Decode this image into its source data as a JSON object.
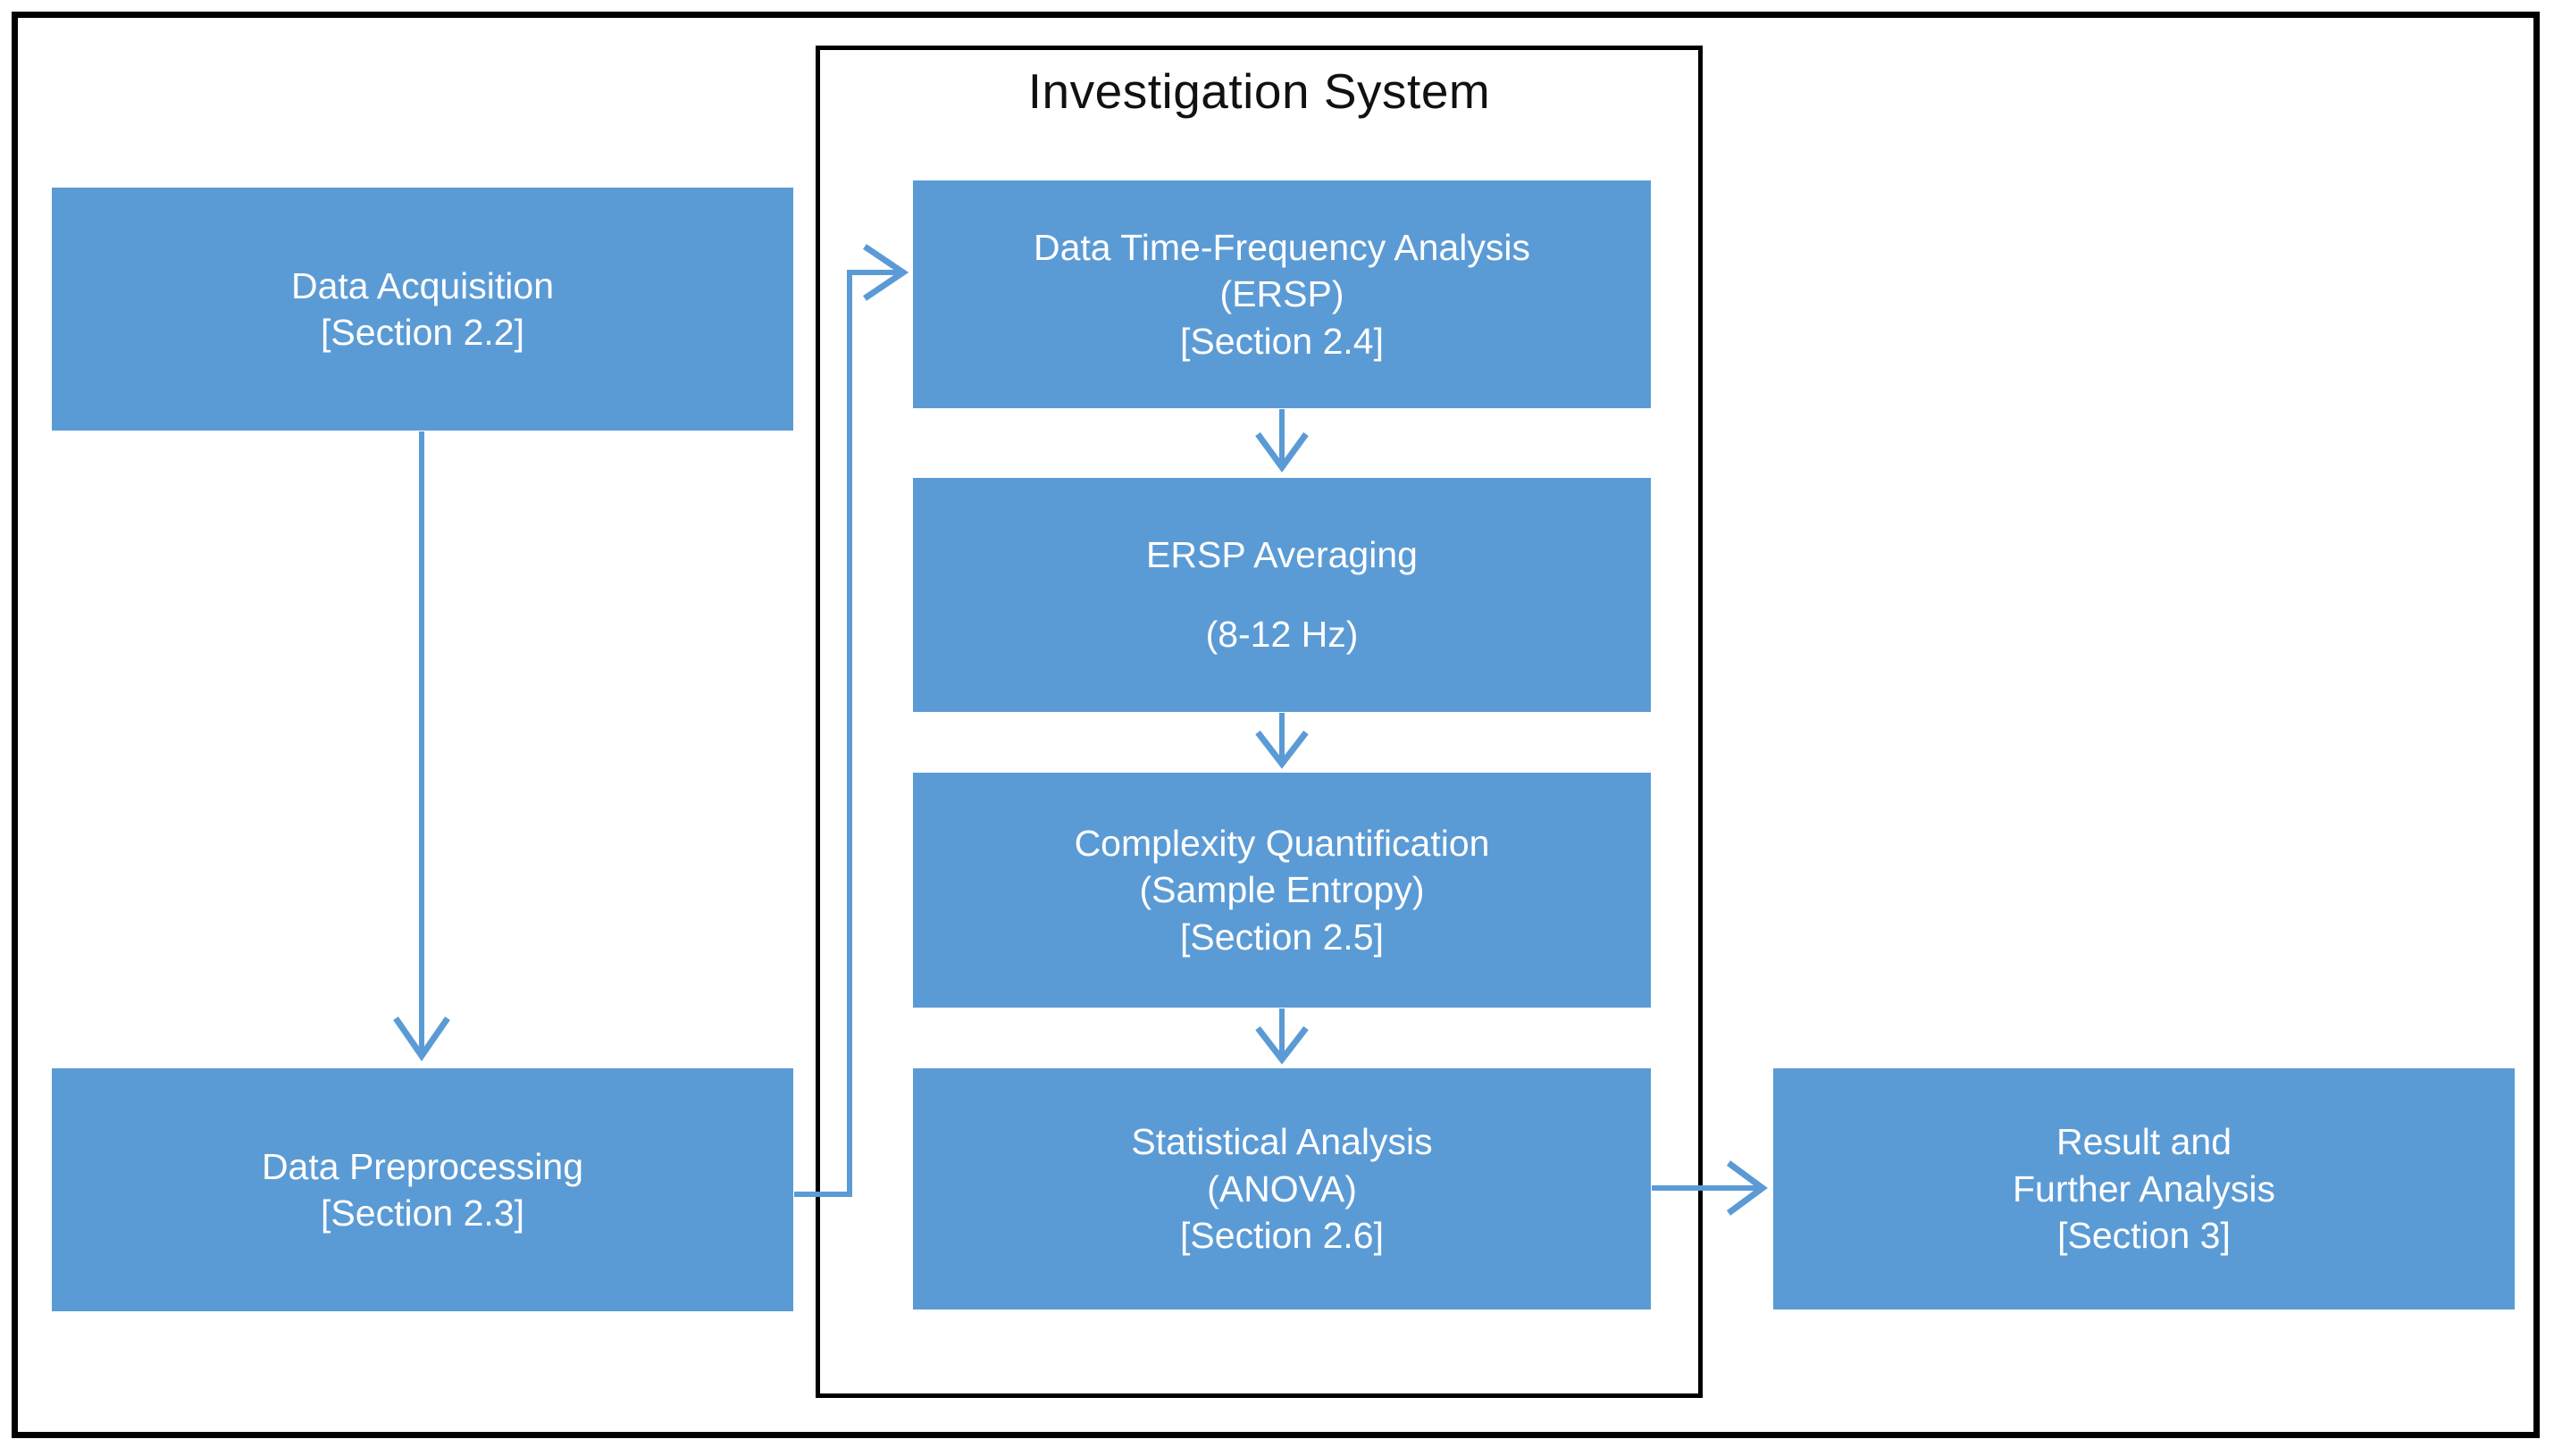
{
  "diagram": {
    "type": "flowchart",
    "title": "Investigation System",
    "outer_border_color": "#000000",
    "inner_border_color": "#000000",
    "box_fill_color": "#5B9BD5",
    "box_text_color": "#FFFFFF",
    "connector_color": "#5B9BD5",
    "background_color": "#FFFFFF"
  },
  "boxes": {
    "data_acquisition": {
      "line1": "Data Acquisition",
      "line2": "[Section 2.2]"
    },
    "data_preprocessing": {
      "line1": "Data Preprocessing",
      "line2": "[Section 2.3]"
    },
    "time_frequency_analysis": {
      "line1": "Data Time-Frequency Analysis",
      "line2": "(ERSP)",
      "line3": "[Section 2.4]"
    },
    "ersp_averaging": {
      "line1": "ERSP Averaging",
      "line2": "(8-12 Hz)"
    },
    "complexity_quantification": {
      "line1": "Complexity Quantification",
      "line2": "(Sample Entropy)",
      "line3": "[Section 2.5]"
    },
    "statistical_analysis": {
      "line1": "Statistical Analysis",
      "line2": "(ANOVA)",
      "line3": "[Section 2.6]"
    },
    "result_and_further_analysis": {
      "line1": "Result and",
      "line2": "Further Analysis",
      "line3": "[Section 3]"
    }
  },
  "connectors": [
    {
      "name": "acquisition-to-preprocessing",
      "from": "data_acquisition",
      "to": "data_preprocessing",
      "direction": "down"
    },
    {
      "name": "preprocessing-to-time-frequency",
      "from": "data_preprocessing",
      "to": "time_frequency_analysis",
      "direction": "elbow-right-up-right"
    },
    {
      "name": "time-frequency-to-averaging",
      "from": "time_frequency_analysis",
      "to": "ersp_averaging",
      "direction": "down"
    },
    {
      "name": "averaging-to-complexity",
      "from": "ersp_averaging",
      "to": "complexity_quantification",
      "direction": "down"
    },
    {
      "name": "complexity-to-statistical",
      "from": "complexity_quantification",
      "to": "statistical_analysis",
      "direction": "down"
    },
    {
      "name": "statistical-to-result",
      "from": "statistical_analysis",
      "to": "result_and_further_analysis",
      "direction": "right"
    }
  ]
}
